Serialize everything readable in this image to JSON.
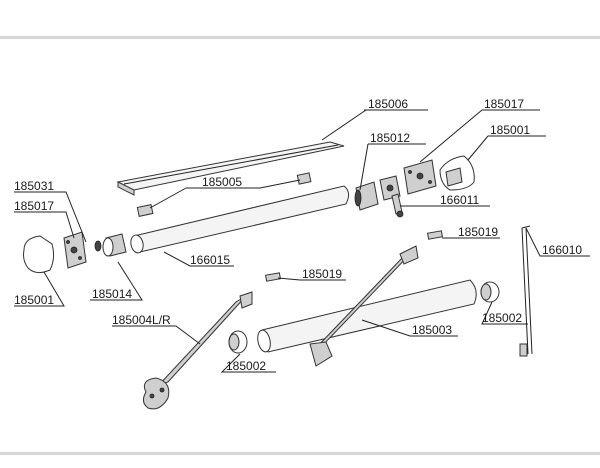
{
  "diagram": {
    "labels": [
      {
        "id": "185006",
        "text": "185006"
      },
      {
        "id": "185017a",
        "text": "185017"
      },
      {
        "id": "185012",
        "text": "185012"
      },
      {
        "id": "185001a",
        "text": "185001"
      },
      {
        "id": "185005",
        "text": "185005"
      },
      {
        "id": "185031",
        "text": "185031"
      },
      {
        "id": "185017b",
        "text": "185017"
      },
      {
        "id": "166011",
        "text": "166011"
      },
      {
        "id": "185019a",
        "text": "185019"
      },
      {
        "id": "166010",
        "text": "166010"
      },
      {
        "id": "166015",
        "text": "166015"
      },
      {
        "id": "185019b",
        "text": "185019"
      },
      {
        "id": "185014",
        "text": "185014"
      },
      {
        "id": "185001b",
        "text": "185001"
      },
      {
        "id": "185004LR",
        "text": "185004L/R"
      },
      {
        "id": "185003",
        "text": "185003"
      },
      {
        "id": "185002a",
        "text": "185002"
      },
      {
        "id": "185002b",
        "text": "185002"
      }
    ]
  }
}
